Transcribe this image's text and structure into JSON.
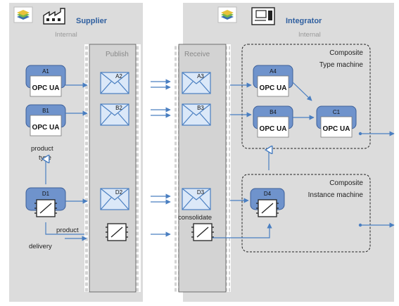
{
  "supplier": {
    "title": "Supplier",
    "subtitle": "Internal",
    "type_link_label": [
      "product",
      "type"
    ],
    "delivery_link_label": [
      "product",
      "delivery"
    ]
  },
  "integrator": {
    "title": "Integrator",
    "subtitle": "Internal",
    "consolidate_label": "consolidate",
    "composite_type": [
      "Composite",
      "Type machine"
    ],
    "composite_instance": [
      "Composite",
      "Instance machine"
    ]
  },
  "columns": {
    "publish": "Publish",
    "receive": "Receive"
  },
  "opcua_badge": "OPC UA",
  "nodes": {
    "a1": "A1",
    "b1": "B1",
    "d1": "D1",
    "a2": "A2",
    "b2": "B2",
    "d2": "D2",
    "a3": "A3",
    "b3": "B3",
    "d3": "D3",
    "a4": "A4",
    "b4": "B4",
    "c1": "C1",
    "d4": "D4"
  },
  "colors": {
    "panel": "#dcdcdc",
    "column": "#d3d3d3",
    "node_blue": "#6f93cc",
    "envelope_fill": "#dbe8f8",
    "arrow": "#4a7fc1",
    "title_blue": "#2f5f9f"
  }
}
